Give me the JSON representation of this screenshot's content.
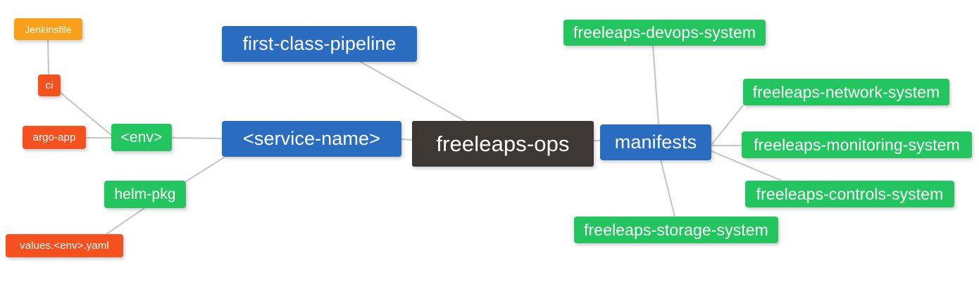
{
  "diagram": {
    "type": "mindmap",
    "title": "freeleaps-ops",
    "background": "#ffffff",
    "edge_color": "#c8c8c8",
    "palette": {
      "root": "#3d3834",
      "blue": "#2a6dc0",
      "green": "#22c55e",
      "orange": "#f9a01b",
      "red": "#f4511e",
      "text": "#ffffff"
    }
  },
  "nodes": {
    "root": {
      "label": "freeleaps-ops"
    },
    "service_name": {
      "label": "<service-name>"
    },
    "first_class_pipeline": {
      "label": "first-class-pipeline"
    },
    "manifests": {
      "label": "manifests"
    },
    "env": {
      "label": "<env>"
    },
    "helm_pkg": {
      "label": "helm-pkg"
    },
    "jenkinsfile": {
      "label": "Jenkinsfile"
    },
    "ci": {
      "label": "ci"
    },
    "argo_app": {
      "label": "argo-app"
    },
    "values_yaml": {
      "label": "values.<env>.yaml"
    },
    "devops_system": {
      "label": "freeleaps-devops-system"
    },
    "network_system": {
      "label": "freeleaps-network-system"
    },
    "monitoring_system": {
      "label": "freeleaps-monitoring-system"
    },
    "controls_system": {
      "label": "freeleaps-controls-system"
    },
    "storage_system": {
      "label": "freeleaps-storage-system"
    }
  },
  "edges": [
    {
      "from": "service_name",
      "to": "root"
    },
    {
      "from": "first_class_pipeline",
      "to": "root"
    },
    {
      "from": "root",
      "to": "manifests"
    },
    {
      "from": "env",
      "to": "service_name"
    },
    {
      "from": "helm_pkg",
      "to": "service_name"
    },
    {
      "from": "ci",
      "to": "env"
    },
    {
      "from": "argo_app",
      "to": "env"
    },
    {
      "from": "jenkinsfile",
      "to": "ci"
    },
    {
      "from": "values_yaml",
      "to": "helm_pkg"
    },
    {
      "from": "manifests",
      "to": "devops_system"
    },
    {
      "from": "manifests",
      "to": "network_system"
    },
    {
      "from": "manifests",
      "to": "monitoring_system"
    },
    {
      "from": "manifests",
      "to": "controls_system"
    },
    {
      "from": "manifests",
      "to": "storage_system"
    }
  ]
}
